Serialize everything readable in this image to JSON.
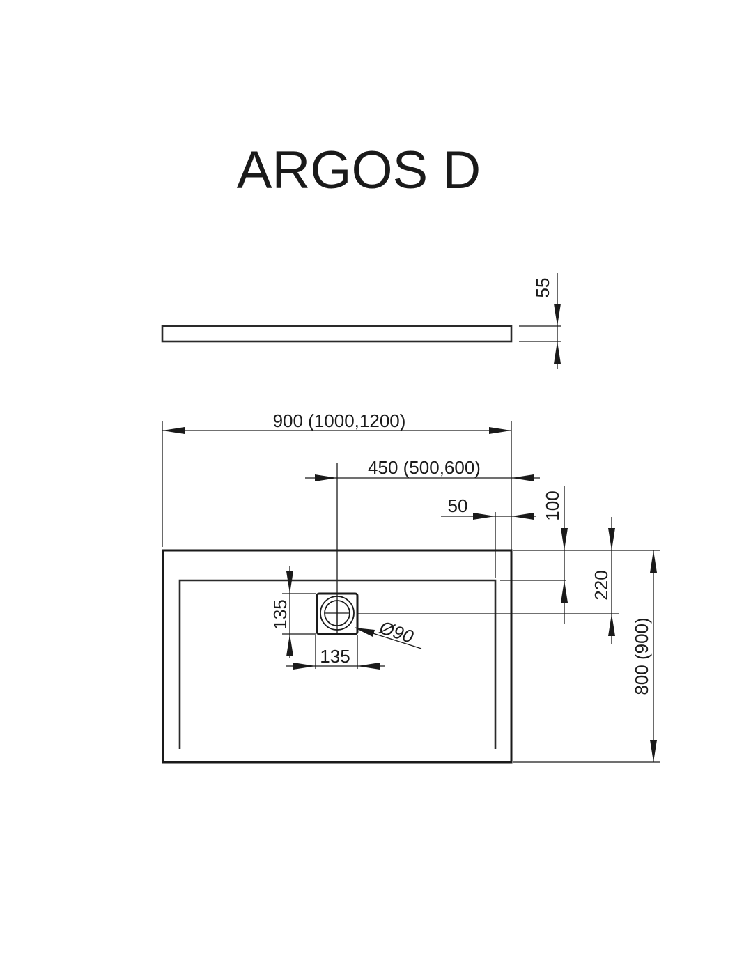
{
  "title": "ARGOS D",
  "dimensions": {
    "height": "55",
    "width": "900 (1000,1200)",
    "drain_offset_x": "450 (500,600)",
    "rim_width": "50",
    "rim_depth": "100",
    "drain_offset_y": "220",
    "length": "800 (900)",
    "drain_size_v": "135",
    "drain_size_h": "135",
    "drain_diameter": "Ø90"
  }
}
